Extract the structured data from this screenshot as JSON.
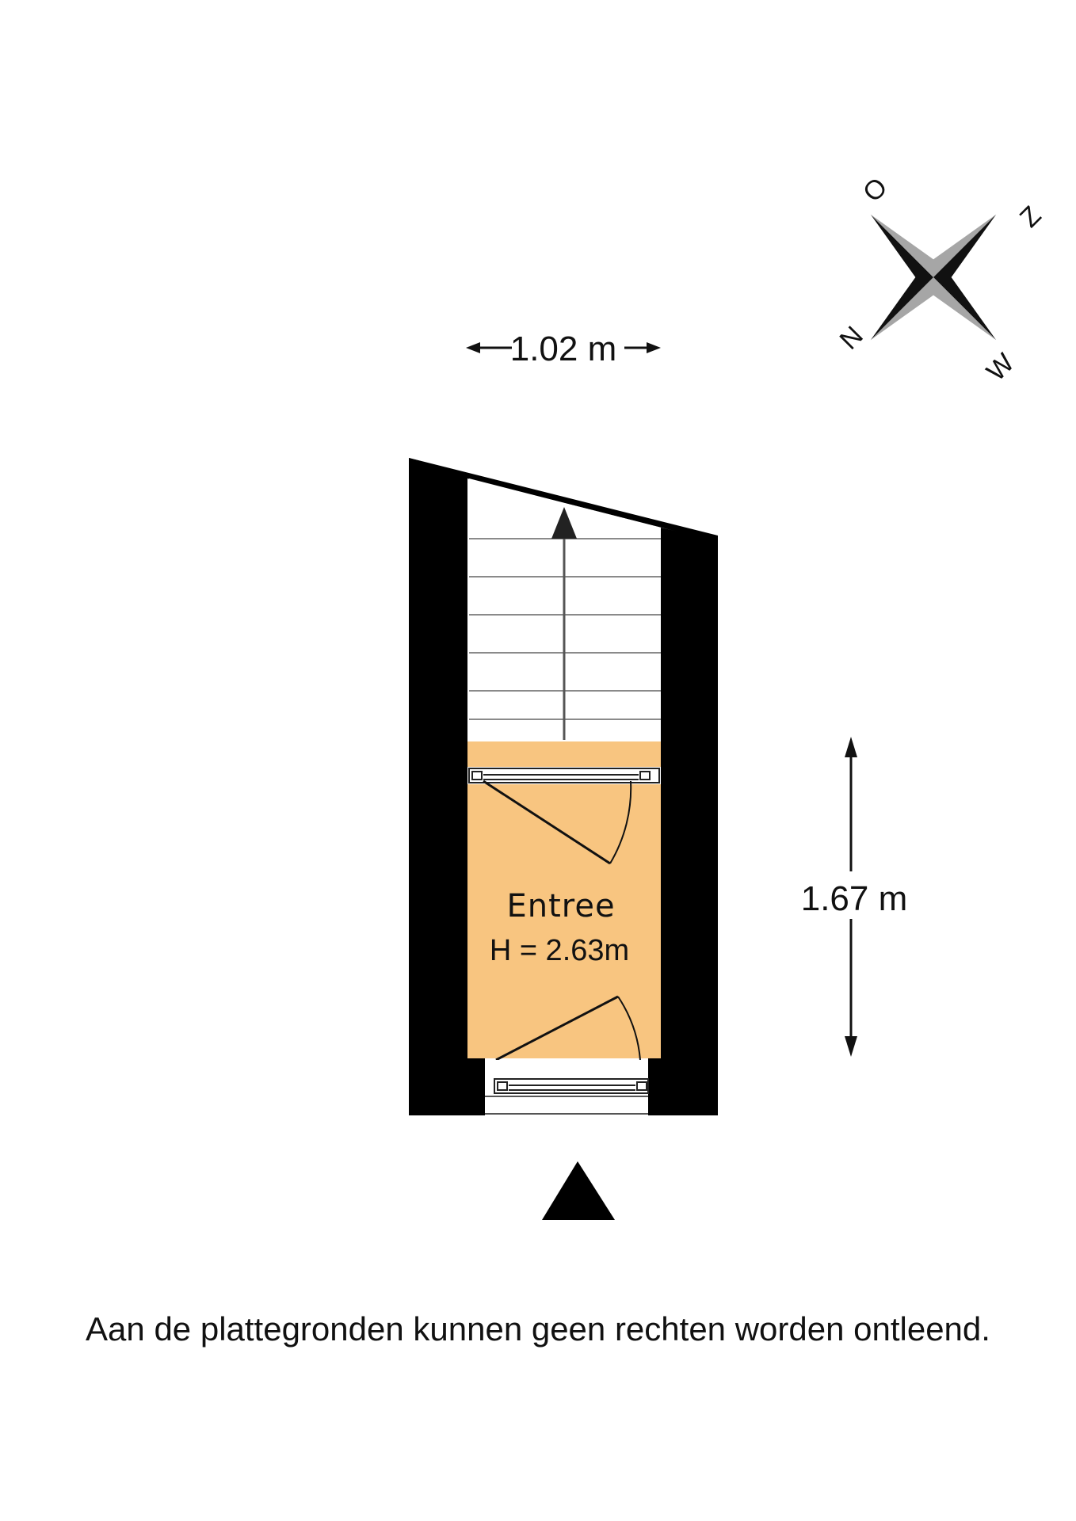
{
  "dimensions": {
    "width_label": "1.02 m",
    "height_label": "1.67 m"
  },
  "room": {
    "name": "Entree",
    "height_label": "H = 2.63m"
  },
  "compass": {
    "letters": [
      "O",
      "Z",
      "W",
      "N"
    ]
  },
  "disclaimer": "Aan de plattegronden kunnen geen rechten worden ontleend.",
  "colors": {
    "wall": "#000000",
    "room_fill": "#f8c580",
    "background": "#ffffff",
    "compass_dark": "#111111",
    "compass_light": "#a6a6a6"
  }
}
